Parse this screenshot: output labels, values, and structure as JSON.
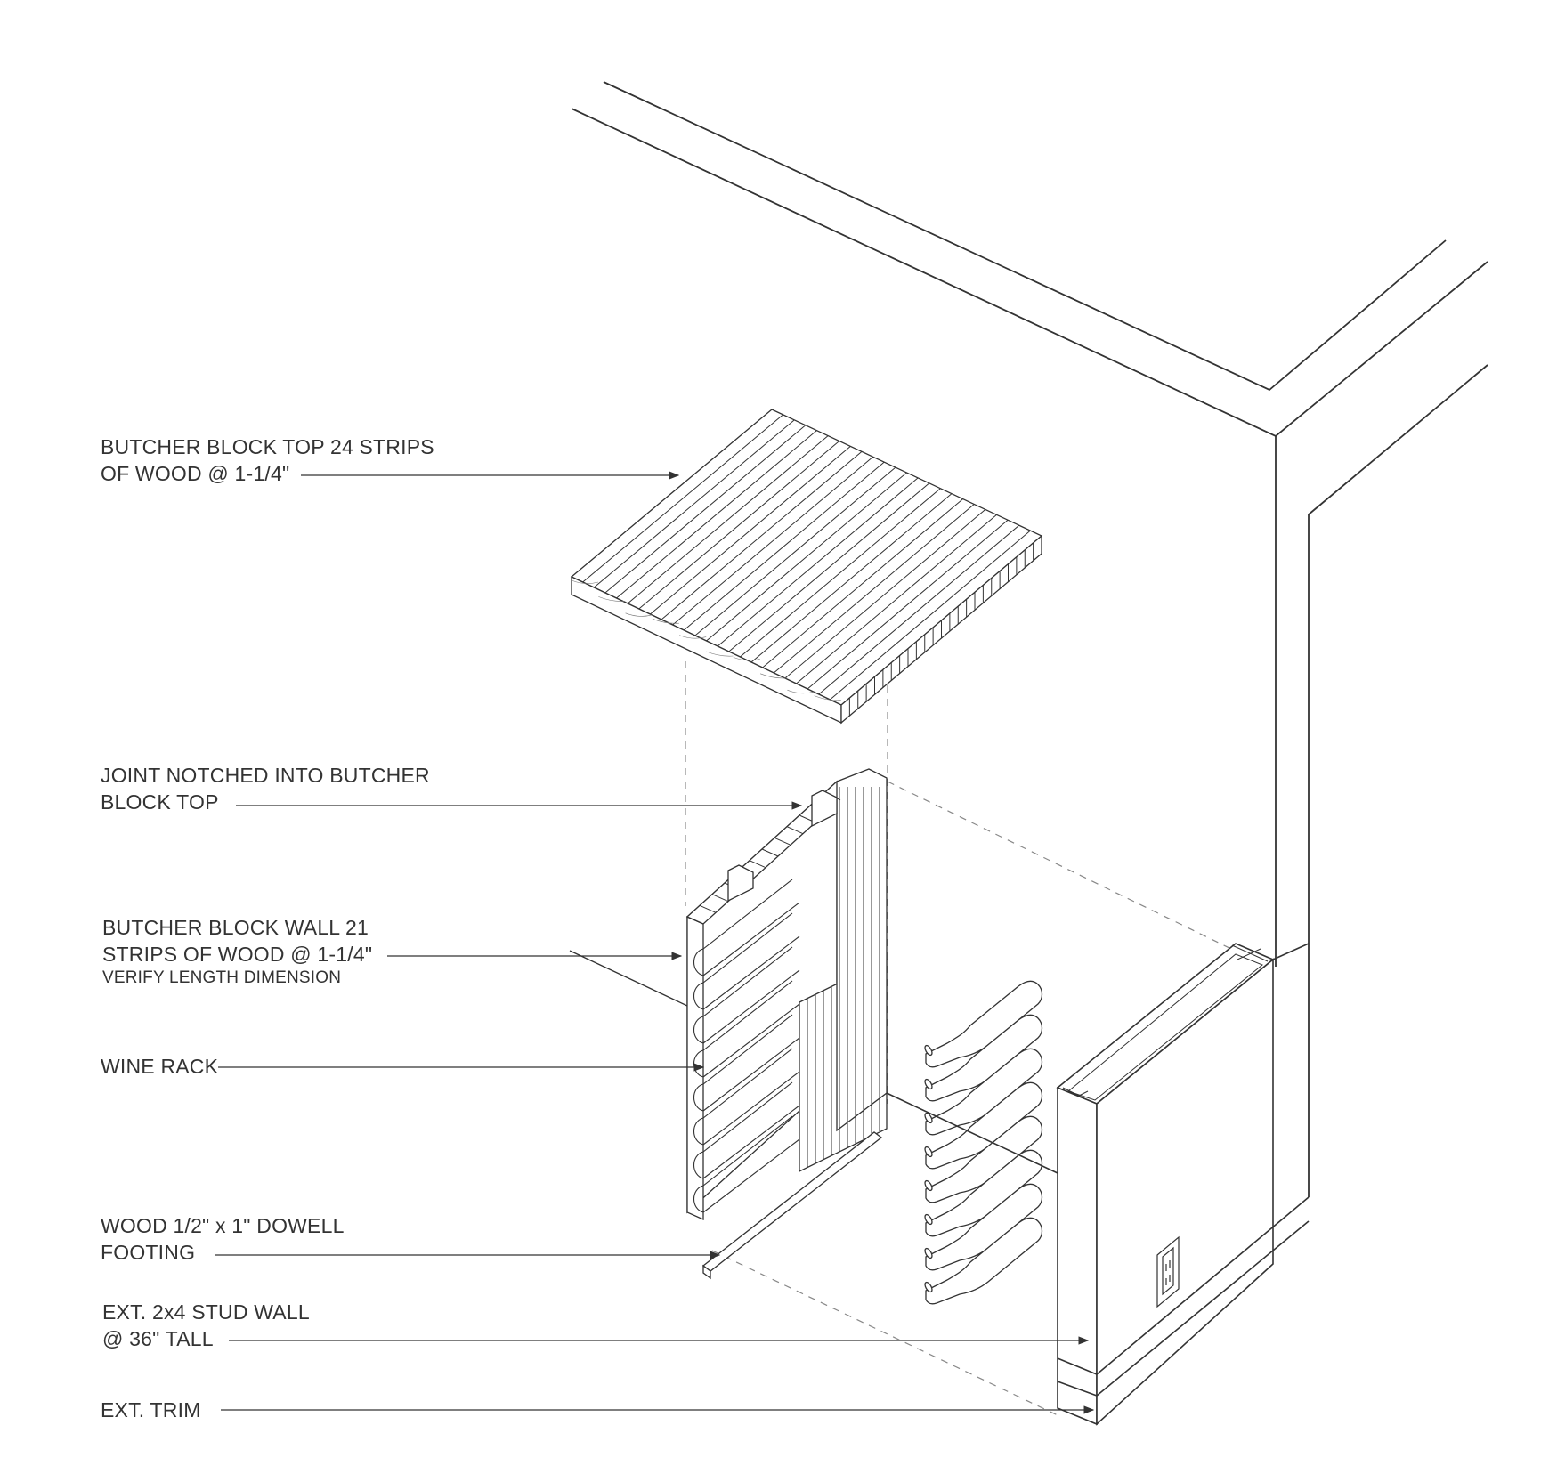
{
  "labels": {
    "top": [
      "BUTCHER BLOCK TOP 24 STRIPS",
      "OF WOOD @ 1-1/4\""
    ],
    "joint": [
      "JOINT NOTCHED INTO BUTCHER",
      "BLOCK TOP"
    ],
    "wall": [
      "BUTCHER BLOCK WALL 21",
      "STRIPS OF WOOD @ 1-1/4\"",
      "VERIFY LENGTH DIMENSION"
    ],
    "rack": [
      "WINE RACK"
    ],
    "dowel": [
      "WOOD 1/2\" x 1\" DOWELL",
      "FOOTING"
    ],
    "stud": [
      "EXT. 2x4 STUD WALL",
      "@ 36\"  TALL"
    ],
    "trim": [
      "EXT. TRIM"
    ]
  },
  "colors": {
    "line": "#333333",
    "text": "#333333",
    "background": "#ffffff"
  }
}
